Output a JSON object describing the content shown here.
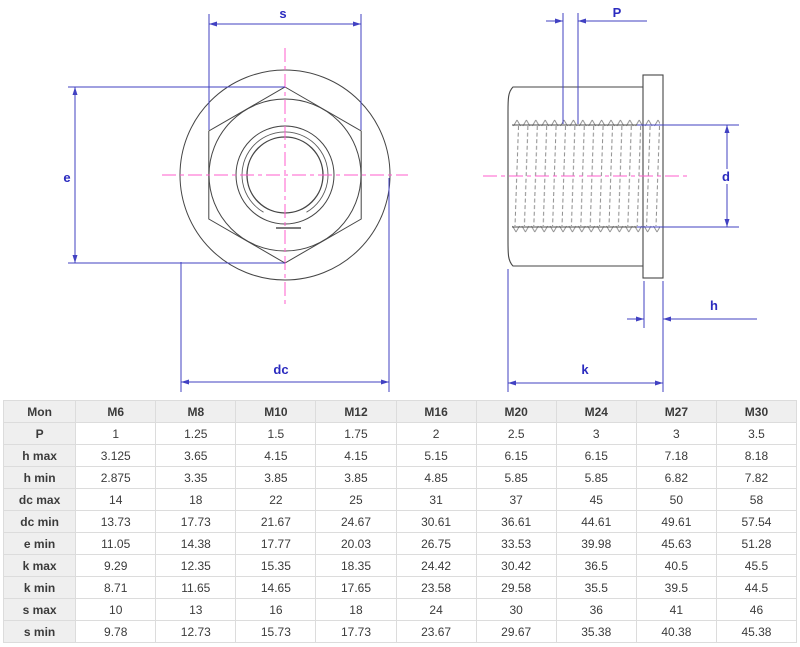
{
  "diagram": {
    "labels": {
      "s": "s",
      "e": "e",
      "dc": "dc",
      "P": "P",
      "d": "d",
      "h": "h",
      "k": "k"
    },
    "colors": {
      "dimension": "#4141c2",
      "centerline": "#ff5ccd",
      "outline": "#454545",
      "thread": "#8c8c8c"
    }
  },
  "table": {
    "header": [
      "Mon",
      "M6",
      "M8",
      "M10",
      "M12",
      "M16",
      "M20",
      "M24",
      "M27",
      "M30"
    ],
    "rows": [
      {
        "label": "P",
        "values": [
          "1",
          "1.25",
          "1.5",
          "1.75",
          "2",
          "2.5",
          "3",
          "3",
          "3.5"
        ]
      },
      {
        "label": "h max",
        "values": [
          "3.125",
          "3.65",
          "4.15",
          "4.15",
          "5.15",
          "6.15",
          "6.15",
          "7.18",
          "8.18"
        ]
      },
      {
        "label": "h min",
        "values": [
          "2.875",
          "3.35",
          "3.85",
          "3.85",
          "4.85",
          "5.85",
          "5.85",
          "6.82",
          "7.82"
        ]
      },
      {
        "label": "dc max",
        "values": [
          "14",
          "18",
          "22",
          "25",
          "31",
          "37",
          "45",
          "50",
          "58"
        ]
      },
      {
        "label": "dc min",
        "values": [
          "13.73",
          "17.73",
          "21.67",
          "24.67",
          "30.61",
          "36.61",
          "44.61",
          "49.61",
          "57.54"
        ]
      },
      {
        "label": "e min",
        "values": [
          "11.05",
          "14.38",
          "17.77",
          "20.03",
          "26.75",
          "33.53",
          "39.98",
          "45.63",
          "51.28"
        ]
      },
      {
        "label": "k max",
        "values": [
          "9.29",
          "12.35",
          "15.35",
          "18.35",
          "24.42",
          "30.42",
          "36.5",
          "40.5",
          "45.5"
        ]
      },
      {
        "label": "k min",
        "values": [
          "8.71",
          "11.65",
          "14.65",
          "17.65",
          "23.58",
          "29.58",
          "35.5",
          "39.5",
          "44.5"
        ]
      },
      {
        "label": "s max",
        "values": [
          "10",
          "13",
          "16",
          "18",
          "24",
          "30",
          "36",
          "41",
          "46"
        ]
      },
      {
        "label": "s min",
        "values": [
          "9.78",
          "12.73",
          "15.73",
          "17.73",
          "23.67",
          "29.67",
          "35.38",
          "40.38",
          "45.38"
        ]
      }
    ]
  }
}
